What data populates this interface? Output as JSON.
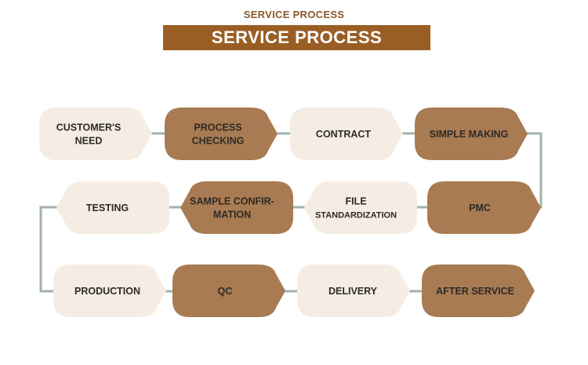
{
  "header": {
    "small_title": "SERVICE PROCESS",
    "banner_title": "SERVICE PROCESS"
  },
  "colors": {
    "light_box": "#f5ede4",
    "dark_box": "#a87b52",
    "connector": "#a0b2ae",
    "banner": "#9a5e24"
  },
  "steps": [
    {
      "lines": [
        "CUSTOMER'S",
        "NEED"
      ]
    },
    {
      "lines": [
        "PROCESS",
        "CHECKING"
      ]
    },
    {
      "lines": [
        "CONTRACT"
      ]
    },
    {
      "lines": [
        "SIMPLE MAKING"
      ]
    },
    {
      "lines": [
        "PMC"
      ]
    },
    {
      "lines": [
        "FILE",
        "STANDARDIZATION"
      ]
    },
    {
      "lines": [
        "SAMPLE CONFIR-",
        "MATION"
      ]
    },
    {
      "lines": [
        "TESTING"
      ]
    },
    {
      "lines": [
        "PRODUCTION"
      ]
    },
    {
      "lines": [
        "QC"
      ]
    },
    {
      "lines": [
        "DELIVERY"
      ]
    },
    {
      "lines": [
        "AFTER SERVICE"
      ]
    }
  ]
}
